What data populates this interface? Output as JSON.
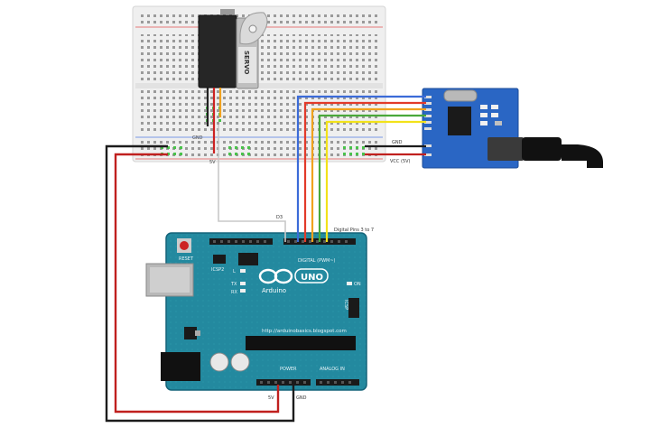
{
  "servo": {
    "label": "SERVO"
  },
  "breadboard": {
    "gnd_label": "GND",
    "vin_label": "5V"
  },
  "module": {
    "gnd_label": "GND",
    "vcc_label": "VCC (5V)"
  },
  "arduino": {
    "reset_label": "RESET",
    "icsp_label": "ICSP2",
    "icsp_right_label": "ICSP",
    "led_l": "L",
    "led_tx": "TX",
    "led_rx": "RX",
    "on_label": "ON",
    "brand": "Arduino",
    "model": "UNO",
    "digital_label": "DIGITAL (PWM~)",
    "power_label": "POWER",
    "analog_label": "ANALOG IN",
    "url": "http://arduinobasics.blogspot.com"
  },
  "annotations": {
    "pin_d3": "D3",
    "digital_pins": "Digital Pins 3 to 7",
    "pin_5v": "5V",
    "pin_gnd": "GND"
  },
  "colors": {
    "breadboard": "#efefef",
    "arduino_board": "#1b7f96",
    "module_board": "#2a66c4",
    "wire_red": "#c0201e",
    "wire_black": "#1c1c1c",
    "wire_gray": "#c8c8c8",
    "wire_blue": "#3b6bd8",
    "wire_red_signal": "#e23a2a",
    "wire_orange": "#f0a21e",
    "wire_green": "#4aa83a",
    "wire_yellow": "#f2e21a"
  }
}
